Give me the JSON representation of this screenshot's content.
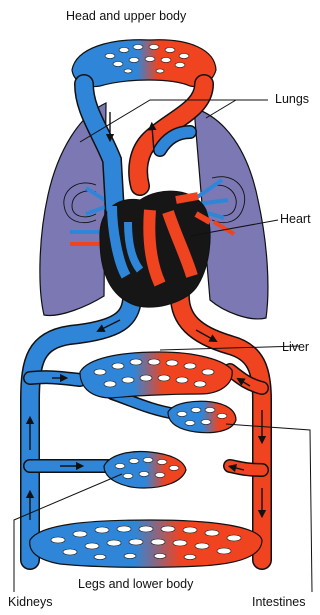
{
  "labels": {
    "head_upper_body": "Head and upper body",
    "lungs": "Lungs",
    "heart": "Heart",
    "liver": "Liver",
    "intestines": "Intestines",
    "legs_lower_body": "Legs and lower body",
    "kidneys": "Kidneys"
  },
  "colors": {
    "oxygenated": "#f0431f",
    "deoxygenated": "#2f86d8",
    "lung_tissue": "#7b78b4",
    "heart_dark": "#161616",
    "outline": "#111111"
  }
}
